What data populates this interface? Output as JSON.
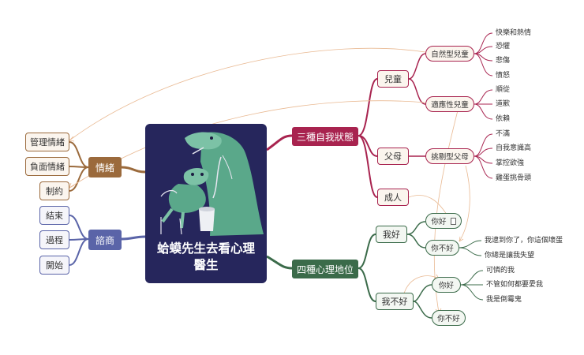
{
  "central": {
    "title_line1": "蛤蟆先生去看心理",
    "title_line2": "醫生",
    "illustration_icon": "frog-and-heron-illustration"
  },
  "left": {
    "emotion": {
      "label": "情緒",
      "children": [
        "管理情緒",
        "負面情緒",
        "制約"
      ]
    },
    "conversation": {
      "label": "諮商",
      "children": [
        "結束",
        "過程",
        "開始"
      ]
    }
  },
  "ego_states": {
    "label": "三種自我狀態",
    "child": {
      "label": "兒童",
      "natural": {
        "label": "自然型兒童",
        "leaves": [
          "快樂和熱情",
          "恐懼",
          "悲傷",
          "憤怒"
        ]
      },
      "adapted": {
        "label": "適應性兒童",
        "leaves": [
          "順從",
          "道歉",
          "依賴"
        ]
      }
    },
    "parent": {
      "label": "父母",
      "critical": {
        "label": "挑剔型父母",
        "leaves": [
          "不滿",
          "自我意識高",
          "掌控欲強",
          "雞蛋挑骨頭"
        ]
      }
    },
    "adult": {
      "label": "成人"
    }
  },
  "positions": {
    "label": "四種心理地位",
    "im_ok": {
      "label": "我好",
      "youre_ok": {
        "label": "你好",
        "note_icon": "note-icon"
      },
      "youre_not_ok": {
        "label": "你不好",
        "leaves": [
          "我逮到你了，你這個壞蛋",
          "你總是讓我失望"
        ]
      }
    },
    "im_not_ok": {
      "label": "我不好",
      "youre_ok": {
        "label": "你好",
        "leaves": [
          "可憐的我",
          "不管如何都要愛我",
          "我是倒霉鬼"
        ]
      },
      "youre_not_ok": {
        "label": "你不好"
      }
    }
  },
  "colors": {
    "central_bg": "#26265c",
    "ego_red": "#a8234f",
    "positions_green": "#3b6b4a",
    "emotion_brown": "#9b6a3c",
    "conversation_purple": "#5a64a8"
  }
}
